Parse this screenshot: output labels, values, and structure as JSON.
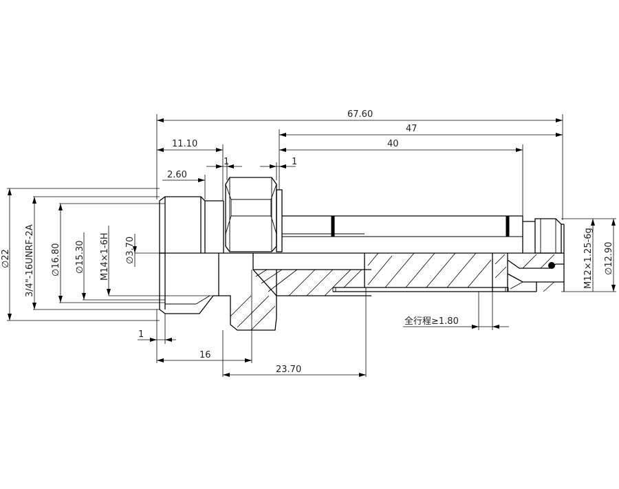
{
  "dimensions": {
    "overall_length": "67.60",
    "length_47": "47",
    "length_40": "40",
    "hex_offset": "11.10",
    "hex_chamfer_1": "1",
    "flange_1": "1",
    "thread_relief": "2.60",
    "dia_22": "∅22",
    "thread_unrf": "3/4\"-16UNRF-2A",
    "dia_16_80": "∅16.80",
    "dia_15_30": "∅15.30",
    "thread_m14": "M14×1-6H",
    "dia_3_70": "∅3.70",
    "thread_m12": "M12×1.25-6g",
    "dia_12_90": "∅12.90",
    "stroke_label": "全行程≥1.80",
    "edge_1": "1",
    "length_16": "16",
    "length_23_70": "23.70"
  }
}
